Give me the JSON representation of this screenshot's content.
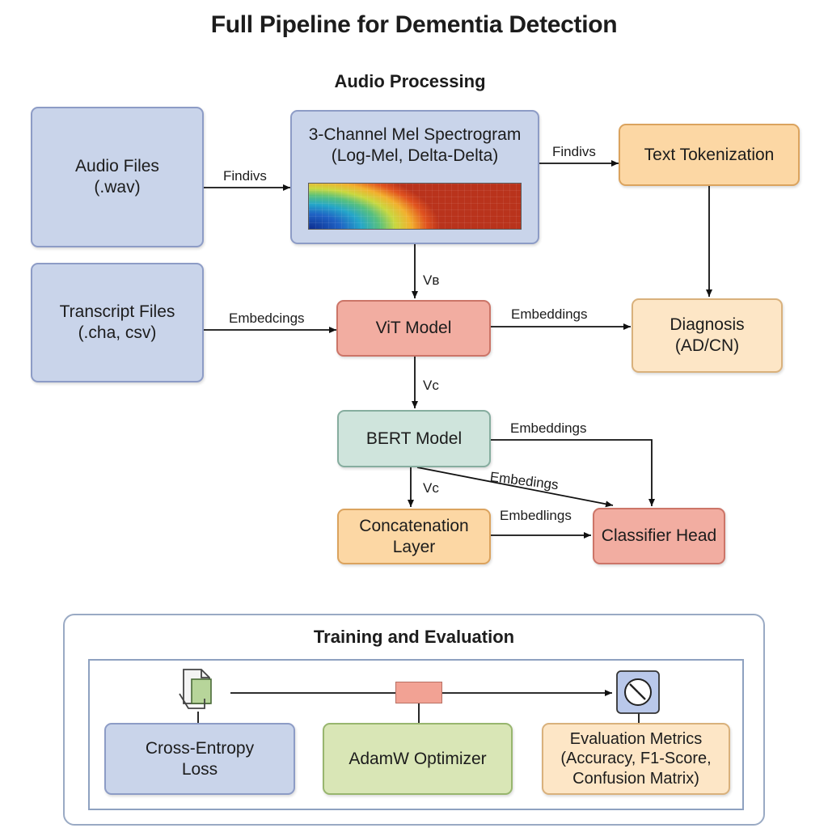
{
  "title": "Full Pipeline for Dementia Detection",
  "sections": {
    "audio_processing": "Audio Processing",
    "training": "Training and Evaluation"
  },
  "nodes": {
    "audio_files": {
      "line1": "Audio Files",
      "line2": "(.wav)"
    },
    "transcript_files": {
      "line1": "Transcript Files",
      "line2": "(.cha, csv)"
    },
    "spectrogram": {
      "line1": "3-Channel Mel Spectrogram",
      "line2": "(Log-Mel, Delta-Delta)"
    },
    "text_tokenization": {
      "line1": "Text Tokenization"
    },
    "vit_model": {
      "line1": "ViT Model"
    },
    "diagnosis": {
      "line1": "Diagnosis",
      "line2": "(AD/CN)"
    },
    "bert_model": {
      "line1": "BERT Model"
    },
    "concatenation": {
      "line1": "Concatenation",
      "line2": "Layer"
    },
    "classifier_head": {
      "line1": "Classifier Head"
    },
    "cross_entropy": {
      "line1": "Cross-Entropy",
      "line2": "Loss"
    },
    "adamw": {
      "line1": "AdamW Optimizer"
    },
    "evaluation_metrics": {
      "line1": "Evaluation Metrics",
      "line2": "(Accuracy, F1-Score,",
      "line3": "Confusion Matrix)"
    }
  },
  "edge_labels": {
    "audio_to_spec": "Findivs",
    "spec_to_tokenization": "Findivs",
    "spec_to_vit": "Vв",
    "transcript_to_vit": "Embedcings",
    "vit_to_diagnosis": "Embeddings",
    "vit_to_bert": "Vc",
    "bert_to_classifier_top": "Embeddings",
    "bert_to_classifier_diag": "Embedings",
    "bert_to_concat": "Vc",
    "concat_to_classifier": "Embedlings"
  },
  "icons": {
    "loss": "document-icon",
    "optimizer": "box-icon",
    "metrics": "gauge-icon"
  },
  "colors": {
    "blue": "#c9d4ea",
    "orange": "#fcd7a4",
    "peach": "#fde6c6",
    "red": "#f2ada1",
    "teal": "#cfe4dc",
    "green": "#d9e6b6"
  }
}
